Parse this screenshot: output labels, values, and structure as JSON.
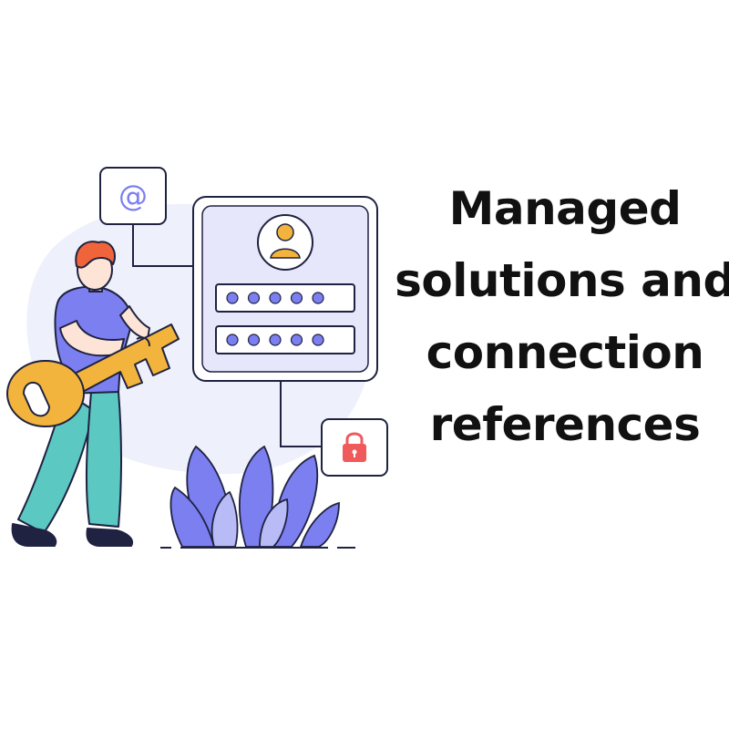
{
  "headline": {
    "lines": [
      "Managed",
      "solutions and",
      "connection",
      "references"
    ]
  },
  "icons": {
    "email": "at-sign-icon",
    "user": "user-avatar-icon",
    "lock": "padlock-icon",
    "key": "key-icon"
  },
  "login_card": {
    "password_dots_per_field": 5
  },
  "colors": {
    "accent_purple": "#7b7ff0",
    "light_purple": "#e6e7fb",
    "key_yellow": "#f2b43c",
    "hair_orange": "#f0643c",
    "pants_teal": "#5cc8c2",
    "lock_red": "#f05a5a",
    "outline": "#1f2240",
    "headline_text": "#111111"
  }
}
